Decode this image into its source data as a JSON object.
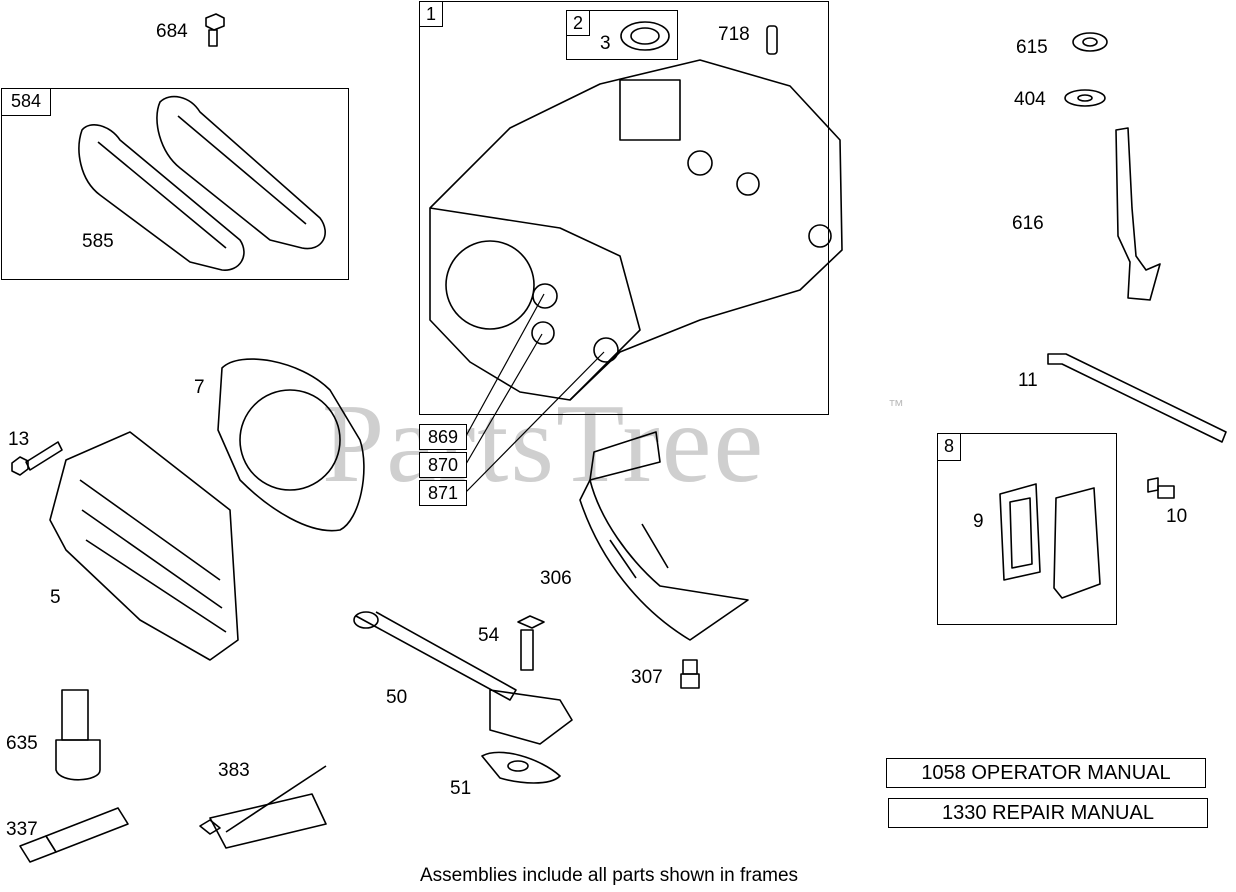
{
  "watermark": {
    "brand": "PartsTree",
    "tm": "™"
  },
  "frames": {
    "crankcase": {
      "id": "1"
    },
    "seal": {
      "id": "2"
    },
    "gasket_set": {
      "id": "584"
    },
    "breather": {
      "id": "8"
    }
  },
  "callouts": {
    "p684": "684",
    "p3": "3",
    "p718": "718",
    "p615": "615",
    "p404": "404",
    "p585": "585",
    "p616": "616",
    "p7": "7",
    "p11": "11",
    "p13": "13",
    "p9": "9",
    "p10": "10",
    "p5": "5",
    "p306": "306",
    "p54": "54",
    "p307": "307",
    "p50": "50",
    "p635": "635",
    "p383": "383",
    "p51": "51",
    "p337": "337"
  },
  "stacked_labels": [
    "869",
    "870",
    "871"
  ],
  "manuals": {
    "operator": "1058 OPERATOR MANUAL",
    "repair": "1330 REPAIR MANUAL"
  },
  "footer": "Assemblies include all parts shown in frames"
}
